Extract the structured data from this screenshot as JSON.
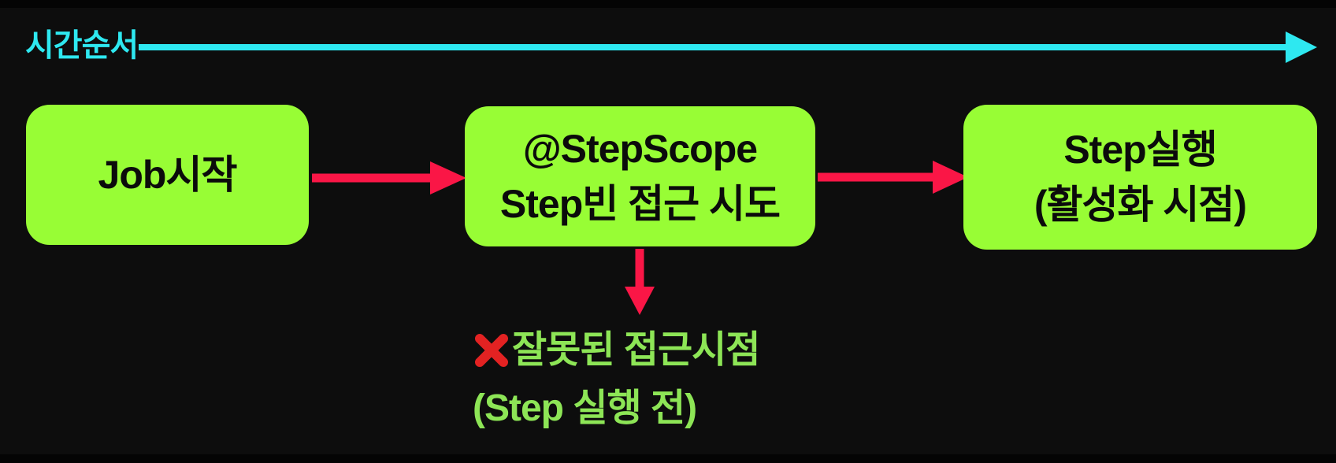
{
  "timeline": {
    "label": "시간순서"
  },
  "boxes": [
    {
      "id": "job-start",
      "lines": [
        "Job시작",
        ""
      ]
    },
    {
      "id": "stepscope-access",
      "lines": [
        "@StepScope",
        "Step빈 접근 시도"
      ]
    },
    {
      "id": "step-execute",
      "lines": [
        "Step실행",
        "(활성화 시점)"
      ]
    }
  ],
  "caption": {
    "icon": "cross-mark",
    "line1": "잘못된 접근시점",
    "line2": "(Step 실행 전)"
  },
  "colors": {
    "background": "#0D0D0D",
    "box_fill": "#98FD35",
    "box_text": "#0B0B0B",
    "flow_arrow": "#FA1646",
    "timeline": "#2EE8F0",
    "caption_text": "#8DE556",
    "cross_mark": "#E32222"
  }
}
